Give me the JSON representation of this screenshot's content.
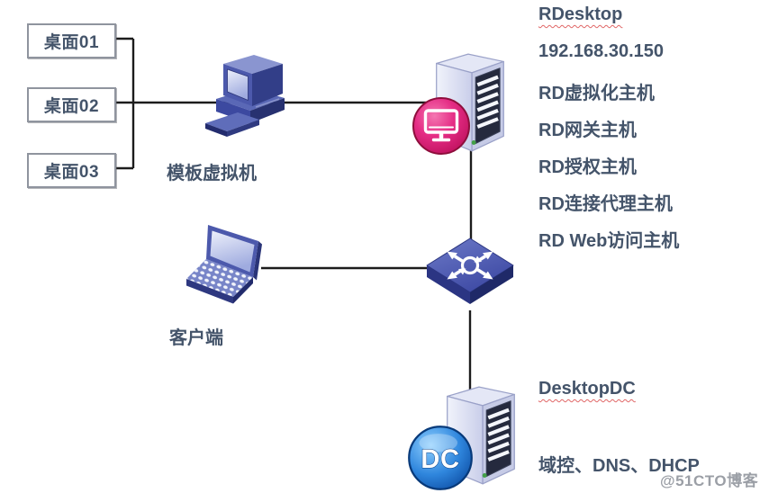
{
  "diagram": {
    "desktops": [
      {
        "label": "桌面01"
      },
      {
        "label": "桌面02"
      },
      {
        "label": "桌面03"
      }
    ],
    "template_vm_label": "模板虚拟机",
    "client_label": "客户端",
    "rdesktop": {
      "title": "RDesktop",
      "details": [
        "192.168.30.150",
        "RD虚拟化主机",
        "RD网关主机",
        "RD授权主机",
        "RD连接代理主机",
        "RD Web访问主机"
      ]
    },
    "dc": {
      "title": "DesktopDC",
      "roles": "域控、DNS、DHCP",
      "badge": "DC"
    },
    "watermark": "@51CTO博客",
    "colors": {
      "label_text": "#44546A",
      "connector_line": "#1c1c1c",
      "spellcheck_underline": "#e06666",
      "rd_badge_pink": "#d6136e",
      "dc_badge_blue": "#1565c0",
      "device_blue": "#4c59ac",
      "server_body": "#d9ddf0"
    }
  }
}
